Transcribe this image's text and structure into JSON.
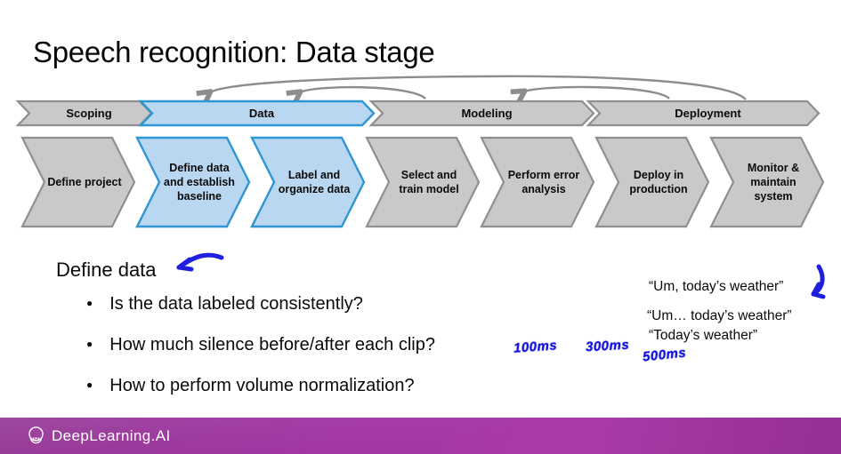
{
  "slide": {
    "title": "Speech recognition: Data stage",
    "pipeline": {
      "stages": [
        {
          "label": "Scoping",
          "highlighted": false
        },
        {
          "label": "Data",
          "highlighted": true
        },
        {
          "label": "Modeling",
          "highlighted": false
        },
        {
          "label": "Deployment",
          "highlighted": false
        }
      ],
      "steps": [
        {
          "label": "Define project",
          "highlighted": false
        },
        {
          "label": "Define data and establish baseline",
          "highlighted": true
        },
        {
          "label": "Label and organize data",
          "highlighted": true
        },
        {
          "label": "Select and train model",
          "highlighted": false
        },
        {
          "label": "Perform error analysis",
          "highlighted": false
        },
        {
          "label": "Deploy in production",
          "highlighted": false
        },
        {
          "label": "Monitor & maintain system",
          "highlighted": false
        }
      ],
      "feedback_arrows": [
        {
          "from": "Deployment",
          "to": "Data"
        },
        {
          "from": "Modeling",
          "to": "Data"
        },
        {
          "from": "Deployment",
          "to": "Modeling"
        }
      ]
    },
    "section": {
      "heading": "Define data",
      "bullets": [
        "Is the data labeled consistently?",
        "How much silence before/after each clip?",
        "How to perform volume normalization?"
      ]
    },
    "examples": [
      "“Um, today’s weather”",
      "“Um… today’s weather”",
      "“Today’s weather”"
    ],
    "annotations": {
      "durations": [
        "100ms",
        "300ms",
        "500ms"
      ]
    },
    "footer": {
      "brand": "DeepLearning.AI"
    },
    "colors": {
      "stage_gray_fill": "#c9c9c9",
      "stage_gray_border": "#8f8f8f",
      "stage_blue_fill": "#b9d7f0",
      "stage_blue_border": "#2e96d2",
      "arrow_gray": "#8d8d8d",
      "annotation_blue": "#1414dd",
      "footer_purple": "#9c2d9c",
      "text_black": "#0a0a0a"
    }
  }
}
